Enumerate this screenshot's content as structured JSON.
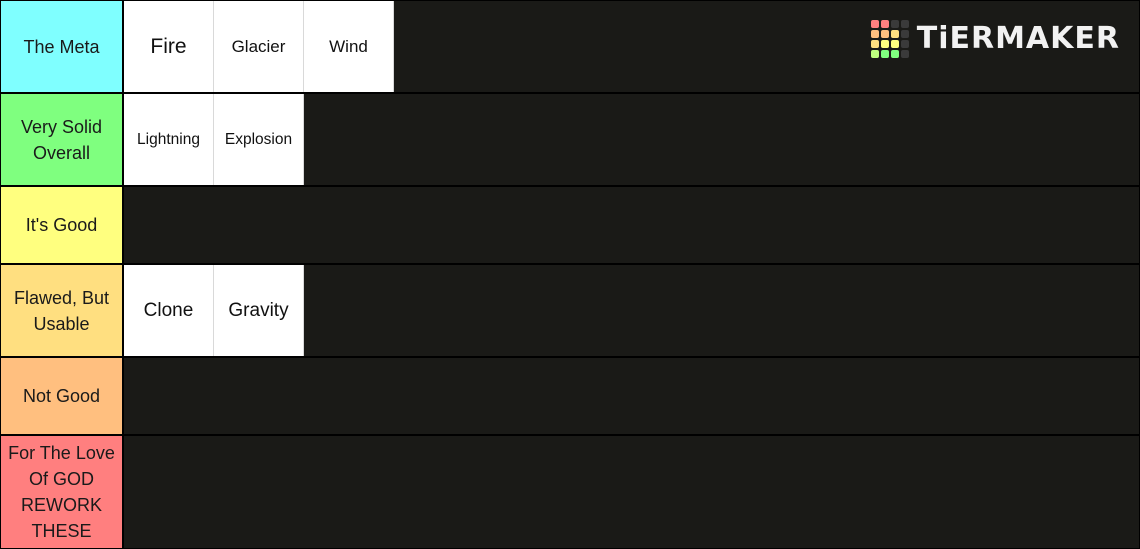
{
  "logo": {
    "text": "TiERMAKER",
    "grid_colors": [
      "#ff7f7f",
      "#ff7f7f",
      "#3a3a3a",
      "#3a3a3a",
      "#ffbf7f",
      "#ffbf7f",
      "#ffdf80",
      "#3a3a3a",
      "#ffdf80",
      "#ffff7f",
      "#ffff7f",
      "#3a3a3a",
      "#bfff7f",
      "#7fff7f",
      "#7fff7f",
      "#3a3a3a"
    ]
  },
  "tiers": [
    {
      "label_lines": [
        "The Meta"
      ],
      "color": "#7fffff",
      "items": [
        {
          "label": "Fire",
          "size": "lg"
        },
        {
          "label": "Glacier",
          "size": "sm"
        },
        {
          "label": "Wind",
          "size": "sm"
        }
      ]
    },
    {
      "label_lines": [
        "Very Solid",
        "Overall"
      ],
      "color": "#7fff7f",
      "items": [
        {
          "label": "Lightning",
          "size": "xs"
        },
        {
          "label": "Explosion",
          "size": "xs"
        }
      ]
    },
    {
      "label_lines": [
        "It's Good"
      ],
      "color": "#ffff7f",
      "items": []
    },
    {
      "label_lines": [
        "Flawed, But",
        "Usable"
      ],
      "color": "#ffdf80",
      "items": [
        {
          "label": "Clone",
          "size": "md"
        },
        {
          "label": "Gravity",
          "size": "md"
        }
      ]
    },
    {
      "label_lines": [
        "Not Good"
      ],
      "color": "#ffbf7f",
      "items": []
    },
    {
      "label_lines": [
        "For The Love",
        "Of GOD",
        "REWORK",
        "THESE"
      ],
      "color": "#ff7f7f",
      "items": []
    }
  ]
}
